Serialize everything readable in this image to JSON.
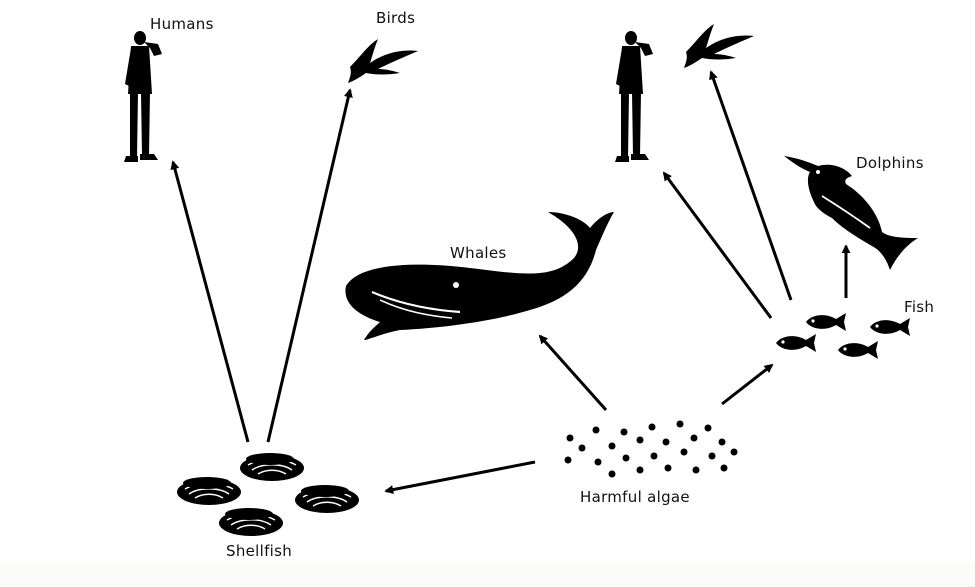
{
  "labels": {
    "humans": "Humans",
    "birds": "Birds",
    "whales": "Whales",
    "dolphins": "Dolphins",
    "fish": "Fish",
    "harmful_algae": "Harmful algae",
    "shellfish": "Shellfish"
  },
  "colors": {
    "ink": "#000000",
    "background": "#ffffff"
  },
  "icons": [
    "human-silhouette",
    "bird-silhouette",
    "whale-silhouette",
    "dolphin-silhouette",
    "fish-silhouette",
    "shellfish-silhouette",
    "algae-dots"
  ]
}
